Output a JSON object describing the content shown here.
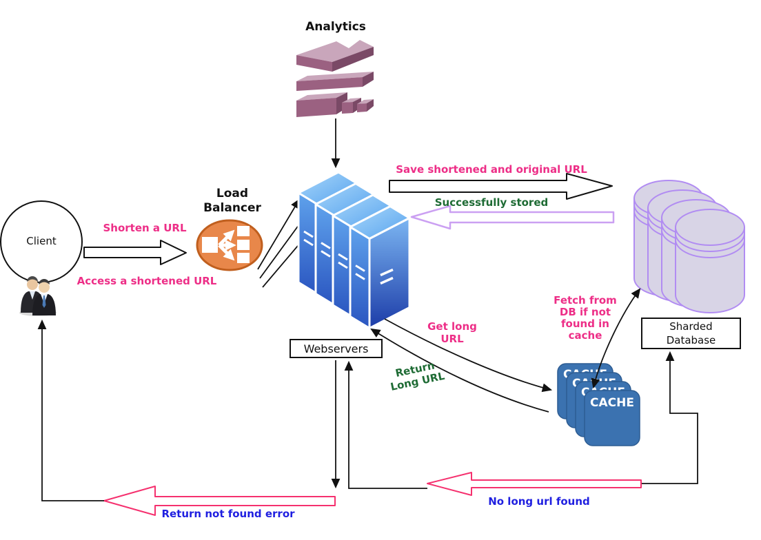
{
  "nodes": {
    "client": {
      "label": "Client"
    },
    "load_balancer": {
      "label": "Load\nBalancer"
    },
    "analytics": {
      "label": "Analytics"
    },
    "webservers": {
      "label": "Webservers"
    },
    "sharded_database": {
      "label": "Sharded\nDatabase"
    },
    "cache": {
      "label": "CACHE"
    }
  },
  "edges": {
    "shorten": {
      "label": "Shorten a URL",
      "color": "#ED2E87"
    },
    "access": {
      "label": "Access a shortened URL",
      "color": "#ED2E87"
    },
    "save": {
      "label": "Save shortened and original URL",
      "color": "#ED2E87"
    },
    "stored": {
      "label": "Successfully stored",
      "color": "#1E6B34"
    },
    "get_long": {
      "label": "Get long\nURL",
      "color": "#ED2E87"
    },
    "return_long": {
      "label": "Return\nLong URL",
      "color": "#1E6B34"
    },
    "fetch": {
      "label": "Fetch from\nDB if not\nfound in\ncache",
      "color": "#ED2E87"
    },
    "no_long": {
      "label": "No long url found",
      "color": "#1F1FE0"
    },
    "not_found": {
      "label": "Return not found error",
      "color": "#1F1FE0"
    }
  },
  "colors": {
    "pink_label": "#ED2E87",
    "green_label": "#1E6B34",
    "blue_label": "#1F1FE0",
    "arrow_outline_black": "#111111",
    "arrow_outline_pink": "#F5306E",
    "arrow_outline_lavender": "#CBA0F2",
    "load_balancer_orange": "#E8874A",
    "cache_blue": "#3B72B0",
    "database_fill": "#D8D4E6",
    "database_stroke": "#B18CF2",
    "server_blue_light": "#7CB6F2",
    "server_blue_dark": "#1C3CA8",
    "analytics_maroon": "#9B6181"
  }
}
